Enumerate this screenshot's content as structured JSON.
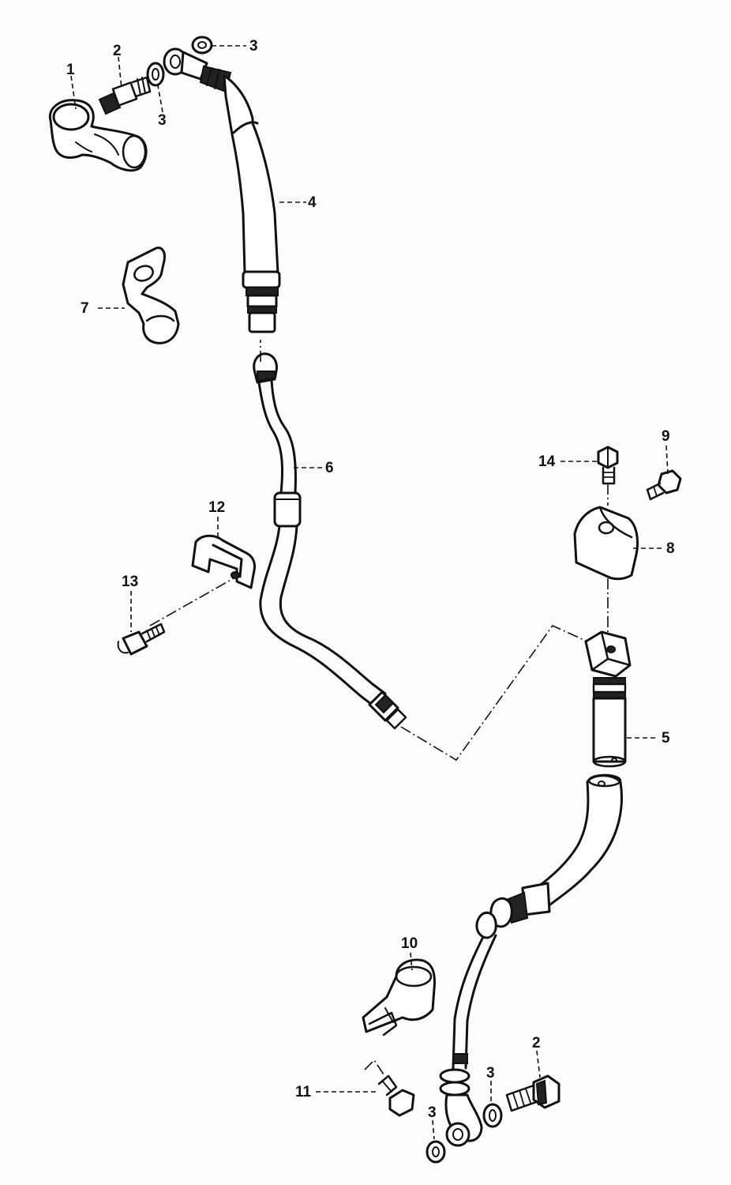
{
  "diagram": {
    "callouts": [
      "1",
      "2",
      "3",
      "3",
      "4",
      "7",
      "6",
      "12",
      "13",
      "14",
      "9",
      "8",
      "5",
      "10",
      "11",
      "2",
      "3",
      "3"
    ]
  }
}
